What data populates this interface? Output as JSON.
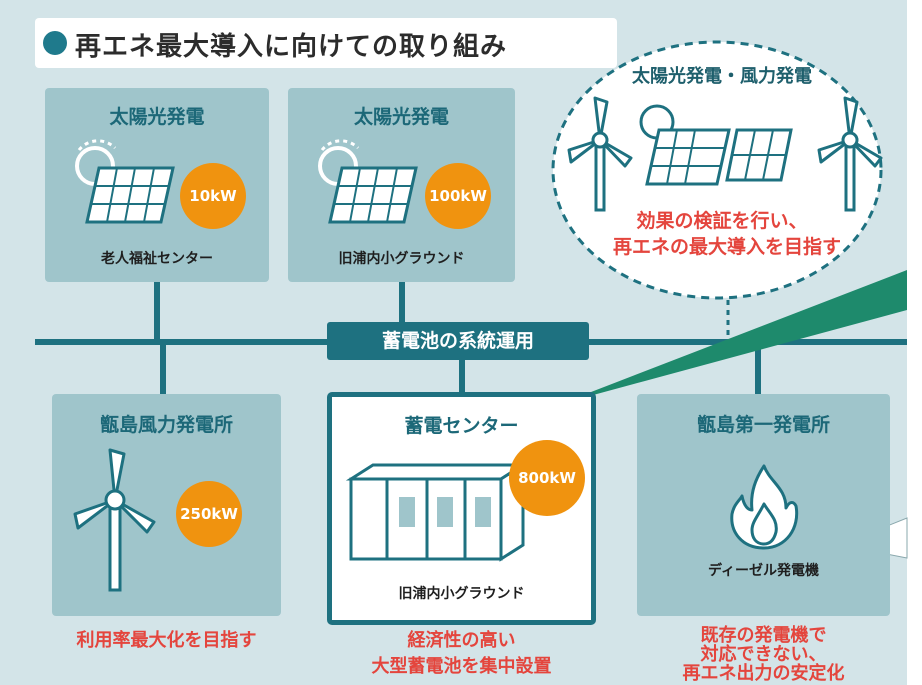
{
  "header": {
    "title": "再エネ最大導入に向けての取り組み"
  },
  "bus": {
    "label": "蓄電池の系統運用"
  },
  "top_cards": [
    {
      "title": "太陽光発電",
      "capacity": "10kW",
      "location": "老人福祉センター",
      "icon": "solar-panel-icon"
    },
    {
      "title": "太陽光発電",
      "capacity": "100kW",
      "location": "旧浦内小グラウンド",
      "icon": "solar-panel-icon"
    }
  ],
  "future": {
    "title": "太陽光発電・風力発電",
    "line1": "効果の検証を行い、",
    "line2": "再エネの最大導入を目指す"
  },
  "bottom_cards": [
    {
      "title": "甑島風力発電所",
      "capacity": "250kW",
      "note": [
        "利用率最大化を目指す"
      ],
      "icon": "wind-turbine-icon"
    },
    {
      "title": "蓄電センター",
      "capacity": "800kW",
      "location": "旧浦内小グラウンド",
      "note": [
        "経済性の高い",
        "大型蓄電池を集中設置"
      ],
      "icon": "battery-container-icon"
    },
    {
      "title": "甑島第一発電所",
      "location": "ディーゼル発電機",
      "note": [
        "既存の発電機で",
        "対応できない、",
        "再エネ出力の安定化"
      ],
      "icon": "flame-icon"
    }
  ],
  "colors": {
    "panel": "#d3e4e8",
    "card": "#9fc5cb",
    "accent": "#1e7180",
    "badge": "#f0930f",
    "note": "#e4453d"
  }
}
